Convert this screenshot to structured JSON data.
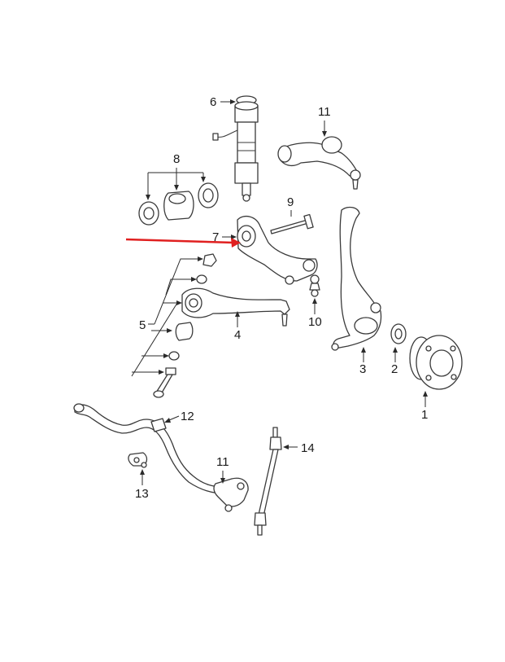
{
  "labels": {
    "p1": "1",
    "p2": "2",
    "p3": "3",
    "p4": "4",
    "p5": "5",
    "p6": "6",
    "p7": "7",
    "p8": "8",
    "p9": "9",
    "p10": "10",
    "p11_upper": "11",
    "p11_lower": "11",
    "p12": "12",
    "p13": "13",
    "p14": "14"
  },
  "colors": {
    "highlight_arrow": "#e02020",
    "line": "#3a3a3a",
    "background": "#ffffff"
  }
}
